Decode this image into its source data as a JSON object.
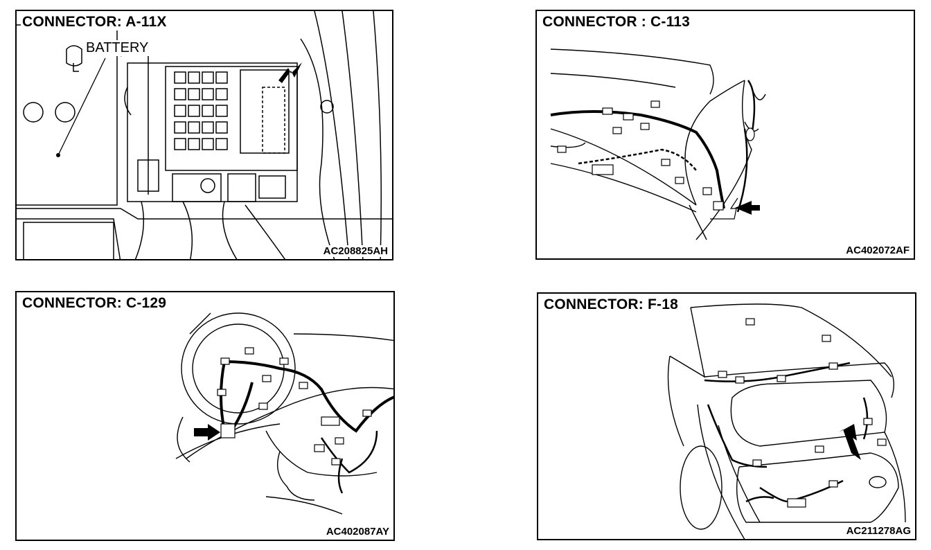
{
  "panels": [
    {
      "title": "CONNECTOR: A-11X",
      "code": "AC208825AH",
      "label": "BATTERY"
    },
    {
      "title": "CONNECTOR : C-113",
      "code": "AC402072AF"
    },
    {
      "title": "CONNECTOR: C-129",
      "code": "AC402087AY"
    },
    {
      "title": "CONNECTOR: F-18",
      "code": "AC211278AG"
    }
  ]
}
